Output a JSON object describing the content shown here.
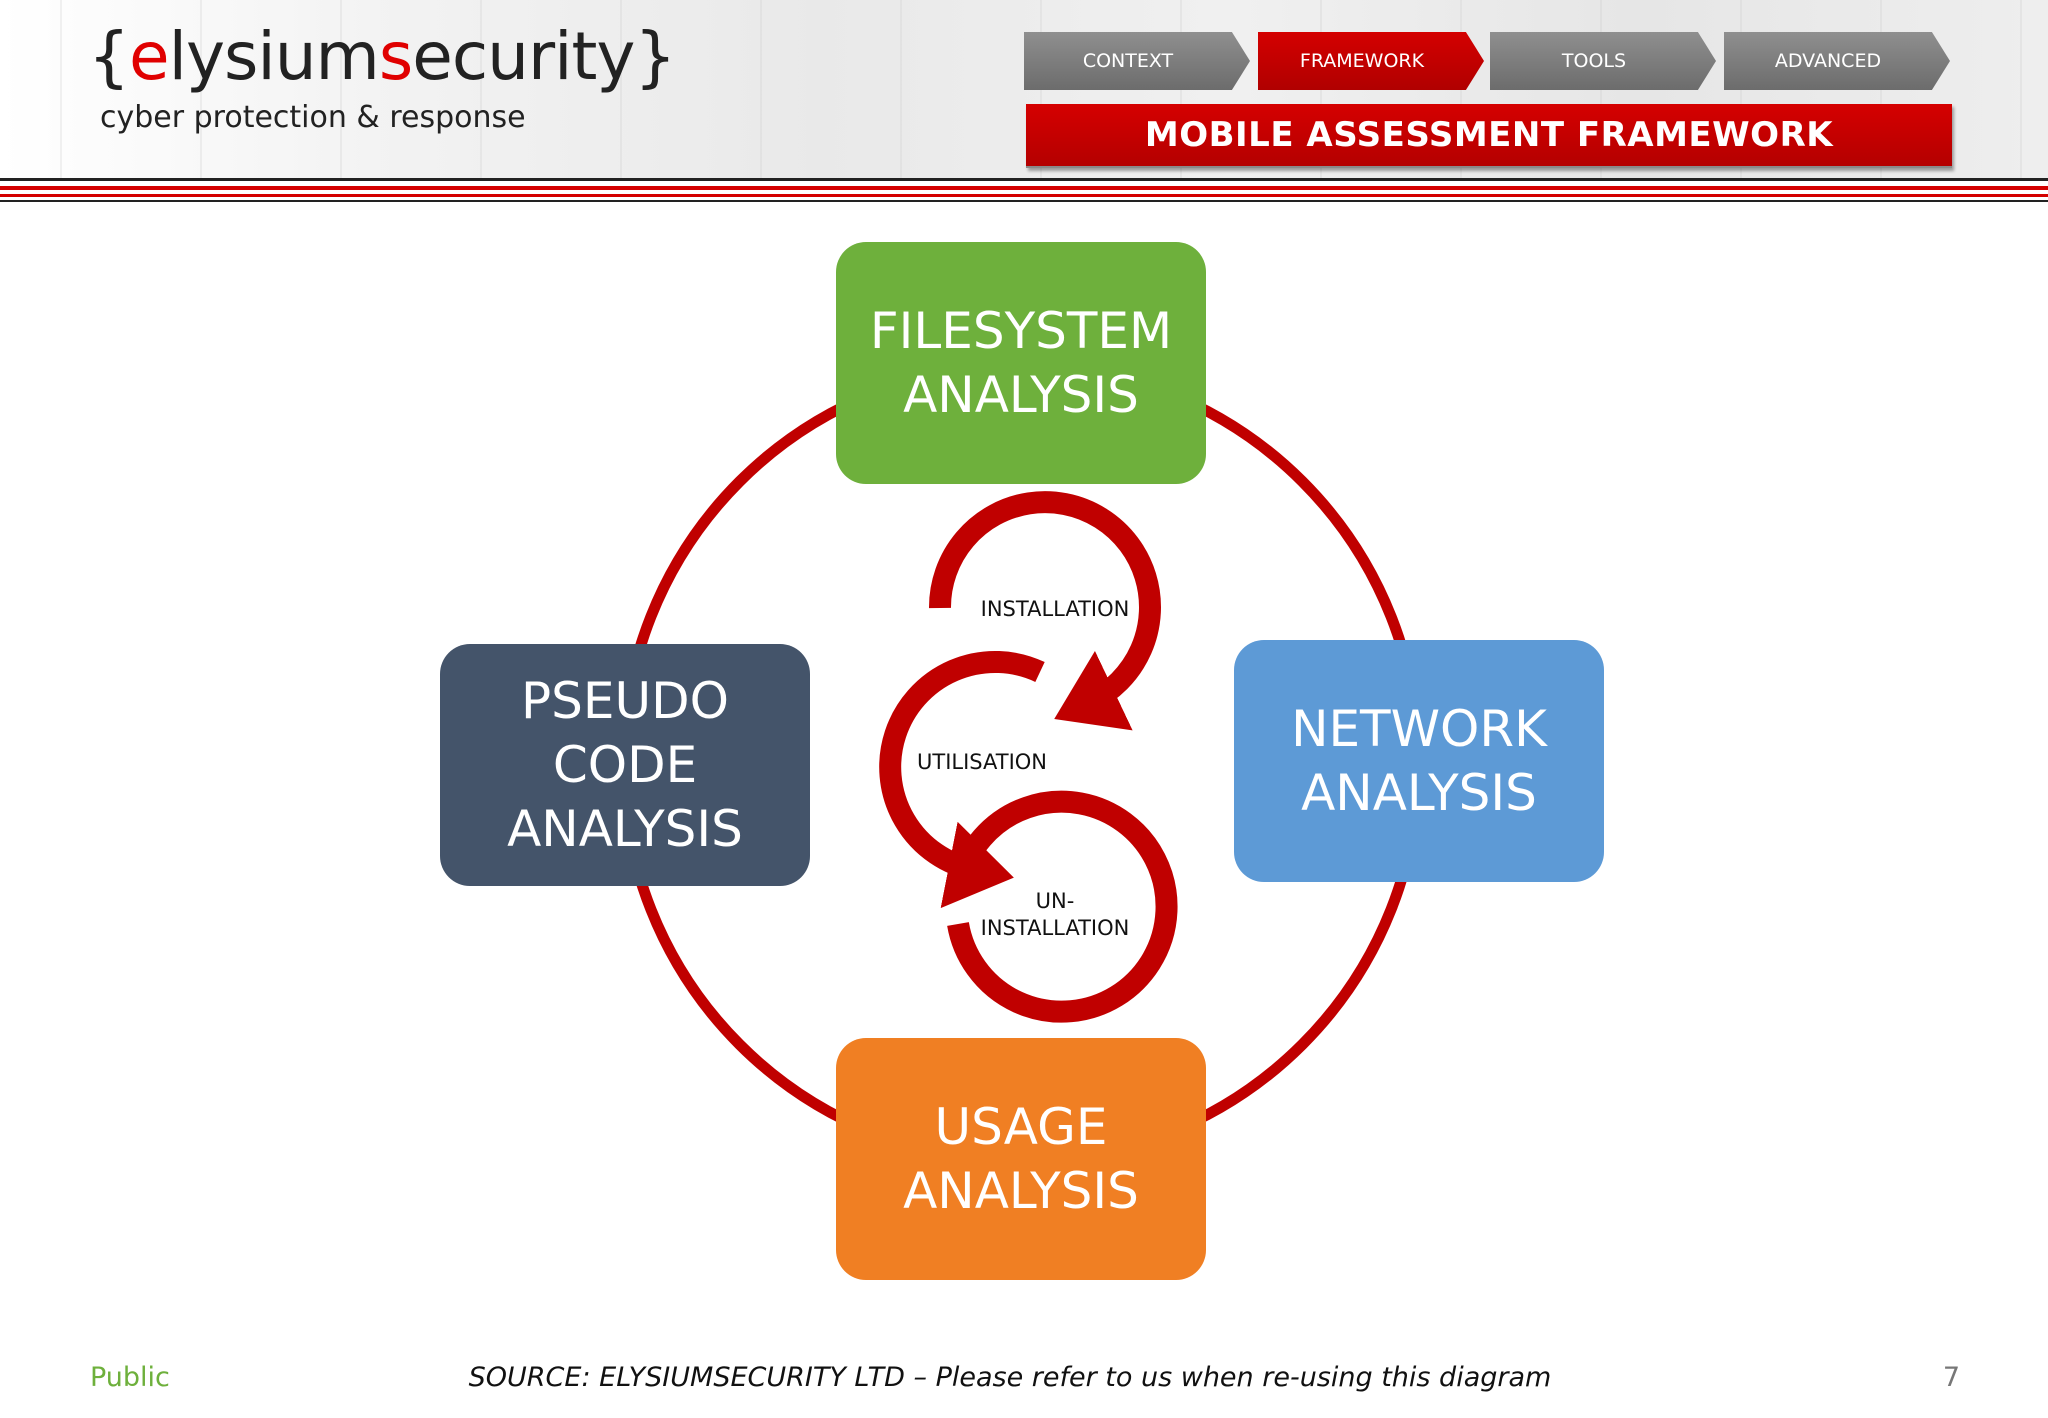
{
  "brand": {
    "open_brace": "{",
    "part1": "e",
    "part2": "lysium",
    "part3": "s",
    "part4": "ecurity",
    "close_brace": "}",
    "tagline": "cyber protection & response",
    "accent_color": "#e00000"
  },
  "nav": {
    "items": [
      {
        "label": "CONTEXT",
        "active": false
      },
      {
        "label": "FRAMEWORK",
        "active": true
      },
      {
        "label": "TOOLS",
        "active": false
      },
      {
        "label": "ADVANCED",
        "active": false
      }
    ]
  },
  "slide_title": "MOBILE ASSESSMENT FRAMEWORK",
  "diagram": {
    "nodes": {
      "filesystem": {
        "label": "FILESYSTEM\nANALYSIS",
        "color": "#6eb03c"
      },
      "network": {
        "label": "NETWORK\nANALYSIS",
        "color": "#5d9ad6"
      },
      "usage": {
        "label": "USAGE\nANALYSIS",
        "color": "#f07f23"
      },
      "pseudo": {
        "label": "PSEUDO\nCODE\nANALYSIS",
        "color": "#44546a"
      }
    },
    "cycle": {
      "installation": "INSTALLATION",
      "utilisation": "UTILISATION",
      "uninstallation": "UN-\nINSTALLATION"
    },
    "ring_color": "#c00000"
  },
  "footer": {
    "classification": "Public",
    "source": "SOURCE: ELYSIUMSECURITY LTD – Please refer to us when re-using this diagram",
    "page": "7"
  }
}
